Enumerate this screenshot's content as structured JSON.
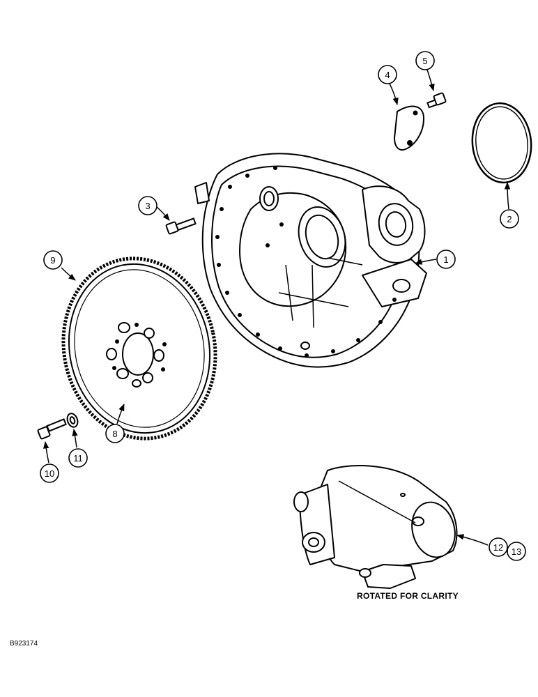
{
  "callouts": [
    {
      "n": "1",
      "part": "flywheel-housing"
    },
    {
      "n": "2",
      "part": "o-ring-seal"
    },
    {
      "n": "3",
      "part": "housing-bolt"
    },
    {
      "n": "4",
      "part": "cover-plate"
    },
    {
      "n": "5",
      "part": "cover-bolt"
    },
    {
      "n": "8",
      "part": "flywheel"
    },
    {
      "n": "9",
      "part": "ring-gear"
    },
    {
      "n": "10",
      "part": "flywheel-bolt"
    },
    {
      "n": "11",
      "part": "washer"
    },
    {
      "n": "12",
      "part": "starter-motor"
    },
    {
      "n": "13",
      "part": "starter-motor"
    }
  ],
  "caption": "ROTATED FOR CLARITY",
  "figure_id": "B923174"
}
